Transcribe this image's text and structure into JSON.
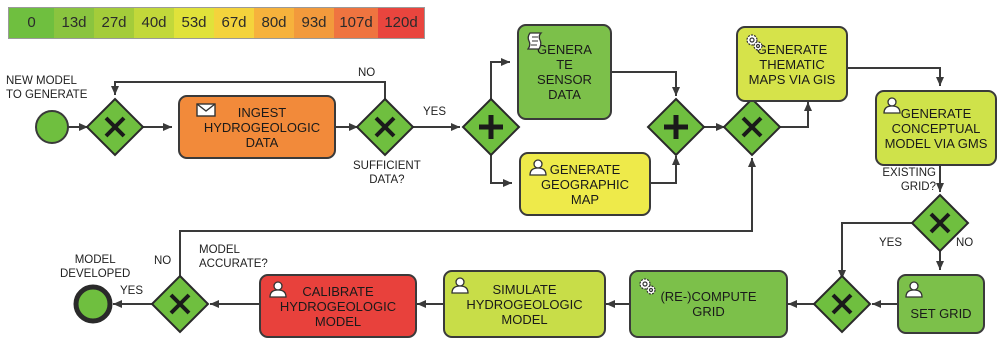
{
  "legend": [
    {
      "label": "0",
      "color": "#6fbf3f"
    },
    {
      "label": "13d",
      "color": "#8ac43f"
    },
    {
      "label": "27d",
      "color": "#a4cc3a"
    },
    {
      "label": "40d",
      "color": "#c2d83a"
    },
    {
      "label": "53d",
      "color": "#e0e23a"
    },
    {
      "label": "67d",
      "color": "#f4d33c"
    },
    {
      "label": "80d",
      "color": "#f6b23c"
    },
    {
      "label": "93d",
      "color": "#f29a3c"
    },
    {
      "label": "107d",
      "color": "#ef7440"
    },
    {
      "label": "120d",
      "color": "#e9453e"
    }
  ],
  "labels": {
    "new_model": "NEW MODEL\nTO GENERATE",
    "no_top": "NO",
    "yes_mid": "YES",
    "sufficient": "SUFFICIENT\nDATA?",
    "existing_grid": "EXISTING\nGRID?",
    "yes_grid": "YES",
    "no_grid": "NO",
    "model_accurate": "MODEL\nACCURATE?",
    "no_accurate": "NO",
    "model_developed": "MODEL\nDEVELOPED",
    "yes_end": "YES"
  },
  "tasks": {
    "ingest": {
      "text": "INGEST\nHYDROGEOLOGIC\nDATA",
      "color": "#f28a3a",
      "icon": "envelope-icon"
    },
    "sensor": {
      "text": "GENERA\nTE\nSENSOR\nDATA",
      "color": "#7cc04a",
      "icon": "script-icon"
    },
    "geographic": {
      "text": "GENERATE\nGEOGRAPHIC\nMAP",
      "color": "#eeea4a",
      "icon": "user-icon"
    },
    "thematic": {
      "text": "GENERATE\nTHEMATIC\nMAPS VIA GIS",
      "color": "#d6e34a",
      "icon": "gear-icon"
    },
    "conceptual": {
      "text": "GENERATE\nCONCEPTUAL\nMODEL VIA GMS",
      "color": "#cfe24a",
      "icon": "user-icon"
    },
    "setgrid": {
      "text": "SET GRID",
      "color": "#7cc04a",
      "icon": "user-icon"
    },
    "compute": {
      "text": "(RE-)COMPUTE\nGRID",
      "color": "#7cc04a",
      "icon": "gear-icon"
    },
    "simulate": {
      "text": "SIMULATE\nHYDROGEOLOGIC\nMODEL",
      "color": "#c8dd48",
      "icon": "user-icon"
    },
    "calibrate": {
      "text": "CALIBRATE\nHYDROGEOLOGIC\nMODEL",
      "color": "#e8413c",
      "icon": "user-icon"
    }
  }
}
